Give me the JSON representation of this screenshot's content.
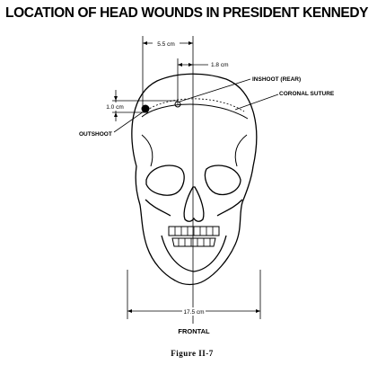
{
  "title": "LOCATION OF HEAD WOUNDS IN PRESIDENT KENNEDY",
  "labels": {
    "inshoot": "INSHOOT (REAR)",
    "coronal": "CORONAL SUTURE",
    "outshoot": "OUTSHOOT"
  },
  "dimensions": {
    "top_width": "5.5 cm",
    "offset": "1.8 cm",
    "side": "1.0 cm",
    "bottom_width": "17.5 cm"
  },
  "view": "FRONTAL",
  "figure": "Figure II-7"
}
